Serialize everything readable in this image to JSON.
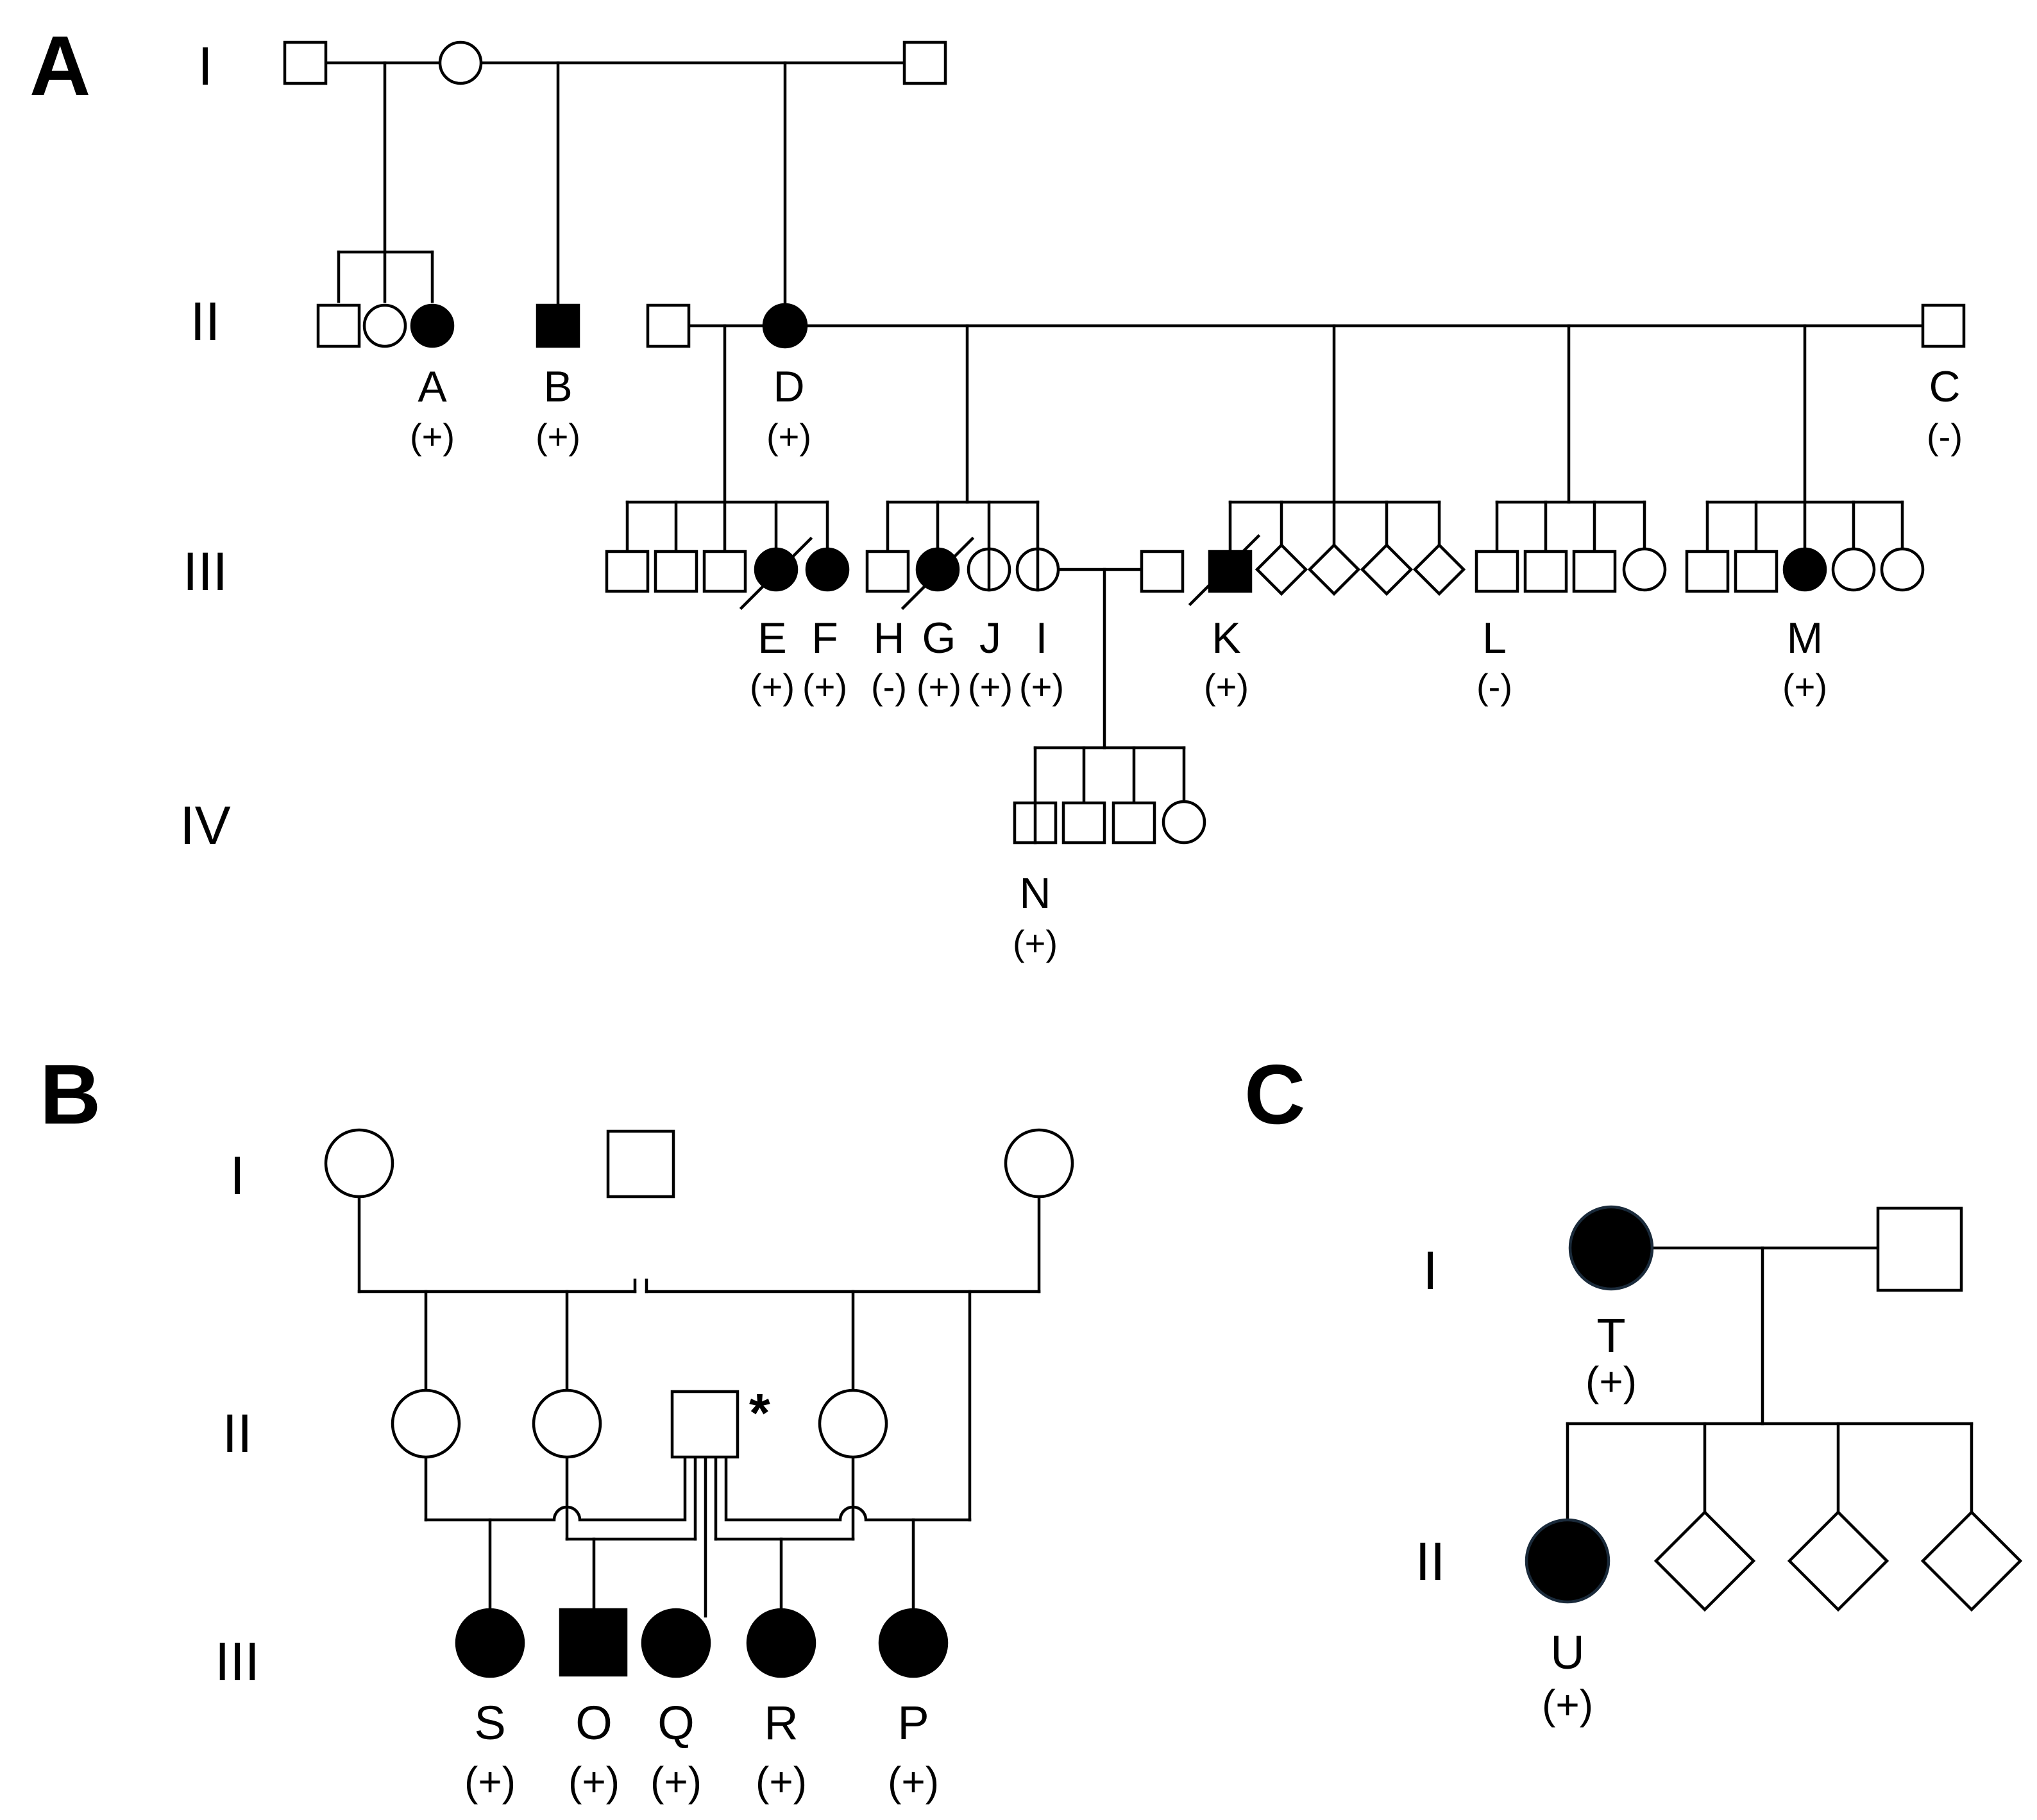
{
  "panels": {
    "a": {
      "letter": "A",
      "generations": [
        "I",
        "II",
        "III",
        "IV"
      ],
      "individuals": [
        {
          "id": "A",
          "status": "(+)"
        },
        {
          "id": "B",
          "status": "(+)"
        },
        {
          "id": "D",
          "status": "(+)"
        },
        {
          "id": "C",
          "status": "(-)"
        },
        {
          "id": "E",
          "status": "(+)"
        },
        {
          "id": "F",
          "status": "(+)"
        },
        {
          "id": "H",
          "status": "(-)"
        },
        {
          "id": "G",
          "status": "(+)"
        },
        {
          "id": "J",
          "status": "(+)"
        },
        {
          "id": "I",
          "status": "(+)"
        },
        {
          "id": "K",
          "status": "(+)"
        },
        {
          "id": "L",
          "status": "(-)"
        },
        {
          "id": "M",
          "status": "(+)"
        },
        {
          "id": "N",
          "status": "(+)"
        }
      ]
    },
    "b": {
      "letter": "B",
      "generations": [
        "I",
        "II",
        "III"
      ],
      "marker": "*",
      "individuals": [
        {
          "id": "S",
          "status": "(+)"
        },
        {
          "id": "O",
          "status": "(+)"
        },
        {
          "id": "Q",
          "status": "(+)"
        },
        {
          "id": "R",
          "status": "(+)"
        },
        {
          "id": "P",
          "status": "(+)"
        }
      ]
    },
    "c": {
      "letter": "C",
      "generations": [
        "I",
        "II"
      ],
      "individuals": [
        {
          "id": "T",
          "status": "(+)"
        },
        {
          "id": "U",
          "status": "(+)"
        }
      ]
    }
  }
}
